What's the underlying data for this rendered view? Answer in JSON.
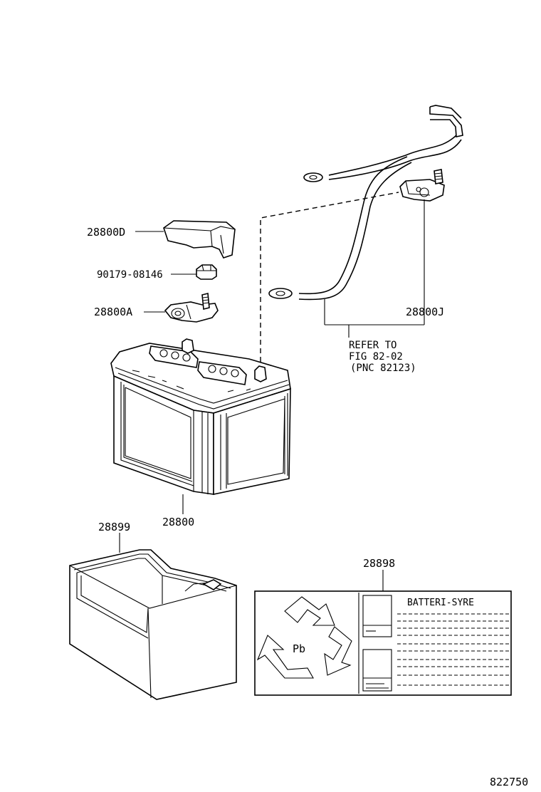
{
  "parts": {
    "cover": "28800D",
    "nut": "90179-08146",
    "clamp": "28800A",
    "battery": "28800",
    "tray": "28899",
    "label_plate": "28898",
    "cable": "28800J"
  },
  "reference": {
    "line1": "REFER TO",
    "line2": "FIG 82-02",
    "line3": "(PNC 82123)"
  },
  "label_plate": {
    "title": "BATTERI-SYRE",
    "recycle_text": "Pb"
  },
  "figure_number": "822750"
}
